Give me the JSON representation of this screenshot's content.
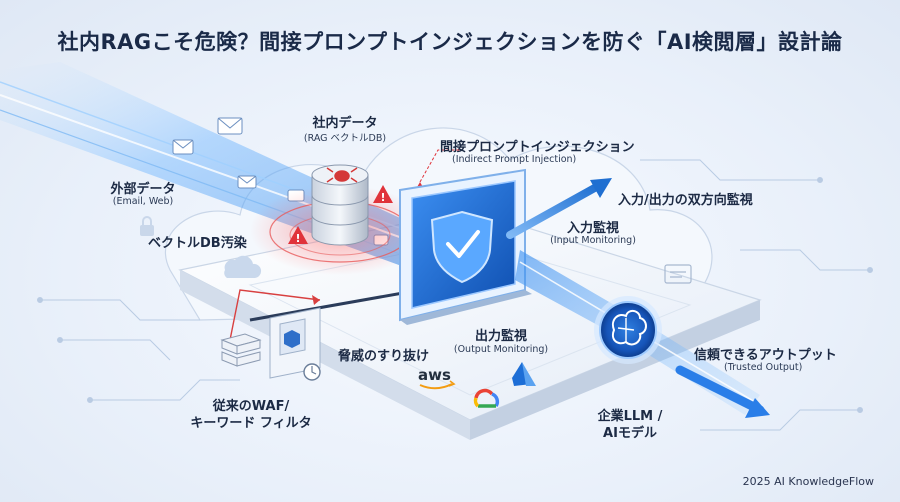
{
  "title": "社内RAGこそ危険？間接プロンプトインジェクションを防ぐ「AI検閲層」設計論",
  "labels": {
    "internal_data": "社内データ",
    "internal_data_sub": "(RAG ベクトルDB)",
    "external_data": "外部データ",
    "external_data_sub": "(Email, Web)",
    "vector_db_poison": "ベクトルDB汚染",
    "indirect_injection": "間接プロンプトインジェクション",
    "indirect_injection_sub": "(Indirect Prompt Injection)",
    "bidirectional": "入力/出力の双方向監視",
    "input_monitoring": "入力監視",
    "input_monitoring_sub": "(Input Monitoring)",
    "output_monitoring": "出力監視",
    "output_monitoring_sub": "(Output Monitoring)",
    "threat_bypass": "脅威のすり抜け",
    "legacy_waf_1": "従来のWAF/",
    "legacy_waf_2": "キーワード フィルタ",
    "trusted_output": "信頼できるアウトプット",
    "trusted_output_sub": "(Trusted Output)",
    "enterprise_llm_1": "企業LLM /",
    "enterprise_llm_2": "AIモデル",
    "aws": "aws"
  },
  "footer": "2025 AI KnowledgeFlow",
  "colors": {
    "accent_blue": "#1f6fd1",
    "warning_red": "#e0333a",
    "dark_text": "#1c2a44"
  },
  "icons": [
    "mail-icon",
    "database-icon",
    "bug-icon",
    "warning-icon",
    "shield-check-icon",
    "brain-icon",
    "cloud-icon",
    "server-icon",
    "document-icon",
    "lock-icon",
    "aws-logo",
    "google-cloud-logo",
    "azure-logo",
    "arrow-icon"
  ]
}
